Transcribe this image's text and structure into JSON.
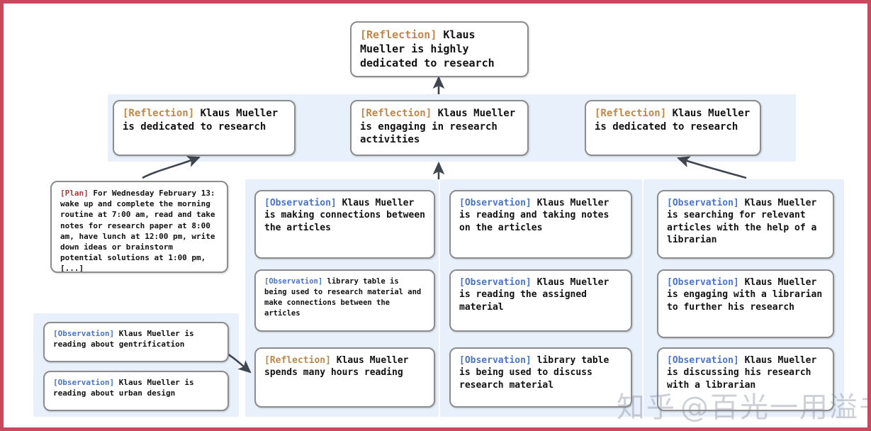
{
  "theme": {
    "frame_border_color": "#c8485e",
    "panel_background": "#e8f0fb",
    "node_border_color": "#8c8c8c",
    "node_background": "#ffffff",
    "reflection_tag_color": "#c0874a",
    "observation_tag_color": "#4a74c9",
    "plan_tag_color": "#b03a3a",
    "arrow_color": "#3f4650"
  },
  "top": {
    "tag": "[Reflection]",
    "text": " Klaus Mueller is highly dedicated to research"
  },
  "reflections": [
    {
      "tag": "[Reflection]",
      "text": " Klaus Mueller is dedicated to research"
    },
    {
      "tag": "[Reflection]",
      "text": " Klaus Mueller is engaging in research activities"
    },
    {
      "tag": "[Reflection]",
      "text": " Klaus Mueller is dedicated to research"
    }
  ],
  "plan": {
    "tag": "[Plan]",
    "text": " For Wednesday February 13: wake up and complete the morning routine at 7:00 am, read and take notes for research paper at 8:00 am, have lunch at 12:00 pm, write down ideas or brainstorm potential solutions at 1:00 pm, [...]"
  },
  "left_observations": [
    {
      "tag": "[Observation]",
      "text": " Klaus Mueller is reading about gentrification"
    },
    {
      "tag": "[Observation]",
      "text": " Klaus Mueller is reading about urban design"
    }
  ],
  "column_a": [
    {
      "tag": "[Observation]",
      "text": " Klaus Mueller is making connections between the articles"
    },
    {
      "tag": "[Observation]",
      "text": " library table is being used to research material and make connections between the articles"
    },
    {
      "tag": "[Reflection]",
      "text": " Klaus Mueller spends many hours reading"
    }
  ],
  "column_b": [
    {
      "tag": "[Observation]",
      "text": " Klaus Mueller is reading and taking notes on the articles"
    },
    {
      "tag": "[Observation]",
      "text": " Klaus Mueller is reading the assigned material"
    },
    {
      "tag": "[Observation]",
      "text": " library table is being used to discuss research material"
    }
  ],
  "column_c": [
    {
      "tag": "[Observation]",
      "text": " Klaus Mueller is searching for relevant articles with the help of a librarian"
    },
    {
      "tag": "[Observation]",
      "text": " Klaus Mueller is engaging with a librarian to further his research"
    },
    {
      "tag": "[Observation]",
      "text": " Klaus Mueller is discussing his research with a librarian"
    }
  ],
  "watermark": {
    "left_text": "知乎",
    "right_text": "@百光一用溢书生"
  }
}
